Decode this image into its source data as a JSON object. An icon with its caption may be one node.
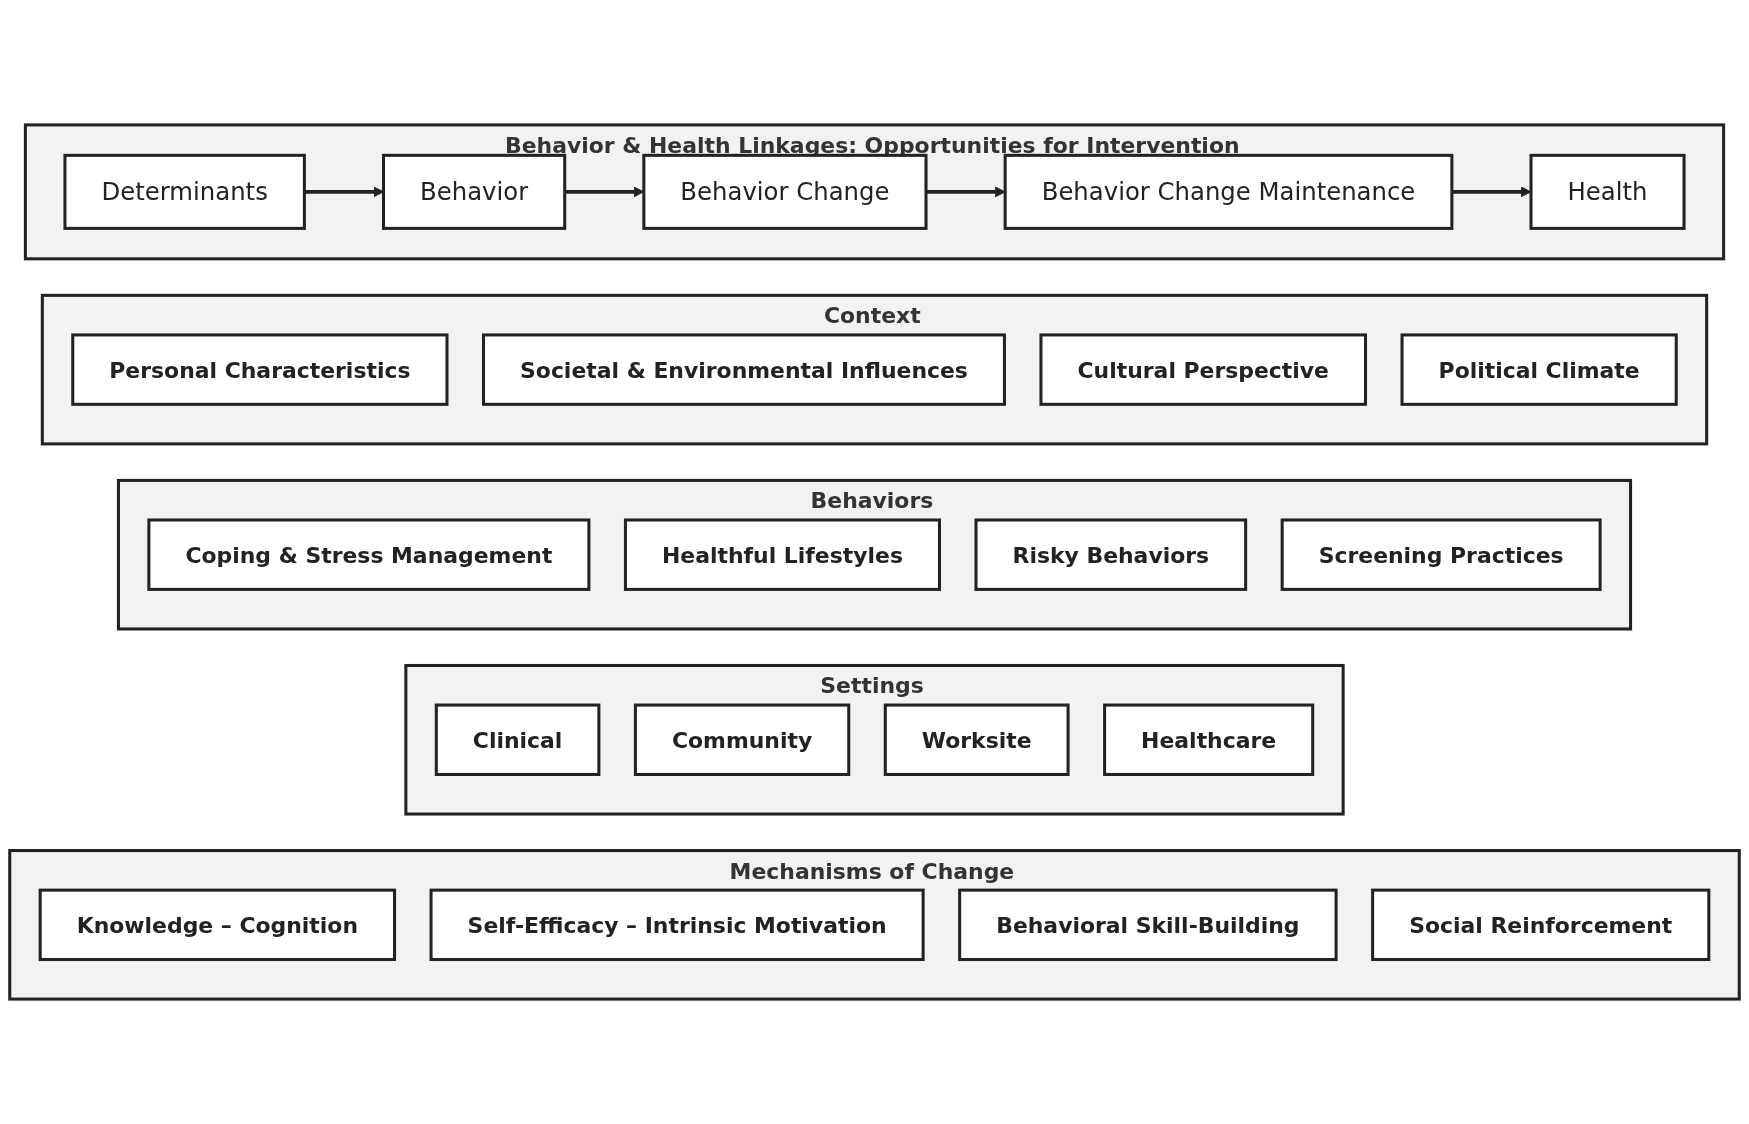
{
  "diagram": {
    "nodes": [
      {
        "text": [
          "Behavior & Health Linkages: Opportunities for Intervention"
        ]
      },
      {
        "text": [
          "Determinants"
        ],
        "in": 0
      },
      {
        "text": [
          "Behavior"
        ],
        "in": 0
      },
      {
        "text": [
          "Behavior Change"
        ],
        "in": 0
      },
      {
        "text": [
          "Behavior Change Maintenance"
        ],
        "in": 0
      },
      {
        "text": [
          "Health"
        ],
        "in": 0
      },
      {
        "text": [
          "Context"
        ]
      },
      {
        "text": [
          "Personal Characteristics"
        ],
        "in": 6
      },
      {
        "text": [
          "Societal & Environmental Influences"
        ],
        "in": 6
      },
      {
        "text": [
          "Cultural Perspective"
        ],
        "in": 6
      },
      {
        "text": [
          "Political Climate"
        ],
        "in": 6
      },
      {
        "text": [
          "Behaviors"
        ]
      },
      {
        "text": [
          "Coping & Stress Management"
        ],
        "in": 11
      },
      {
        "text": [
          "Healthful Lifestyles"
        ],
        "in": 11
      },
      {
        "text": [
          "Risky Behaviors"
        ],
        "in": 11
      },
      {
        "text": [
          "Screening Practices"
        ],
        "in": 11
      },
      {
        "text": [
          "Settings"
        ]
      },
      {
        "text": [
          "Clinical"
        ],
        "in": 16
      },
      {
        "text": [
          "Community"
        ],
        "in": 16
      },
      {
        "text": [
          "Worksite"
        ],
        "in": 16
      },
      {
        "text": [
          "Healthcare"
        ],
        "in": 16
      },
      {
        "text": [
          "Mechanisms of Change"
        ]
      },
      {
        "text": [
          "Knowledge – Cognition"
        ],
        "in": 21
      },
      {
        "text": [
          "Self-Efficacy – Intrinsic Motivation"
        ],
        "in": 21
      },
      {
        "text": [
          "Behavioral Skill-Building"
        ],
        "in": 21
      },
      {
        "text": [
          "Social Reinforcement"
        ],
        "in": 21
      }
    ],
    "edges": [
      {
        "from": 1,
        "to": 2,
        "arrow": "to"
      },
      {
        "from": 2,
        "to": 3,
        "arrow": "to"
      },
      {
        "from": 3,
        "to": 4,
        "arrow": "to"
      },
      {
        "from": 4,
        "to": 5,
        "arrow": "to"
      }
    ]
  }
}
